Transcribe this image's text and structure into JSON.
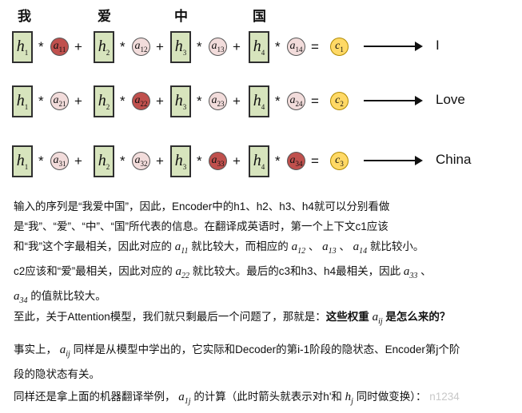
{
  "headers": [
    "我",
    "爱",
    "中",
    "国"
  ],
  "rows": [
    {
      "h": [
        "h1",
        "h2",
        "h3",
        "h4"
      ],
      "a": [
        "a11",
        "a12",
        "a13",
        "a14"
      ],
      "hl": [
        1,
        0,
        0,
        0
      ],
      "c": "c1",
      "out": "I"
    },
    {
      "h": [
        "h1",
        "h2",
        "h3",
        "h4"
      ],
      "a": [
        "a21",
        "a22",
        "a23",
        "a24"
      ],
      "hl": [
        0,
        1,
        0,
        0
      ],
      "c": "c2",
      "out": "Love"
    },
    {
      "h": [
        "h1",
        "h2",
        "h3",
        "h4"
      ],
      "a": [
        "a31",
        "a32",
        "a33",
        "a34"
      ],
      "hl": [
        0,
        0,
        1,
        1
      ],
      "c": "c3",
      "out": "China"
    }
  ],
  "ops": {
    "times": "*",
    "plus": "+",
    "eq": "="
  },
  "text": {
    "p1a": "输入的序列是“我爱中国”，因此，Encoder中的h1、h2、h3、h4就可以分别看做",
    "p1b": "是“我”、“爱”、“中”、“国”所代表的信息。在翻译成英语时，第一个上下文c1应该",
    "p1c_1": "和“我”这个字最相关，因此对应的",
    "p1c_m1": "a11",
    "p1c_2": "就比较大，而相应的",
    "p1c_m2": "a12",
    "p1c_3": "、",
    "p1c_m3": "a13",
    "p1c_4": "、",
    "p1c_m4": "a14",
    "p1c_5": "就比较小。",
    "p1d_1": "c2应该和“爱”最相关，因此对应的",
    "p1d_m1": "a22",
    "p1d_2": "就比较大。最后的c3和h3、h4最相关，因此",
    "p1d_m2": "a33",
    "p1d_3": "、",
    "p1e_m1": "a34",
    "p1e_1": "的值就比较大。",
    "p2_1": "至此，关于Attention模型，我们就只剩最后一个问题了，那就是：",
    "p2_b1": "这些权重",
    "p2_m": "aij",
    "p2_b2": "是怎么来的？",
    "p3_1": "事实上，",
    "p3_m": "aij",
    "p3_2": "同样是从模型中学出的，它实际和Decoder的第i-1阶段的隐状态、Encoder第j个阶",
    "p3_3": "段的隐状态有关。",
    "p4_1": "同样还是拿上面的机器翻译举例，",
    "p4_m1": "a1j",
    "p4_2": "的计算（此时箭头就表示对h'和",
    "p4_m2": "hj",
    "p4_3": "同时做变换）：",
    "p4_wm": "n1234"
  }
}
